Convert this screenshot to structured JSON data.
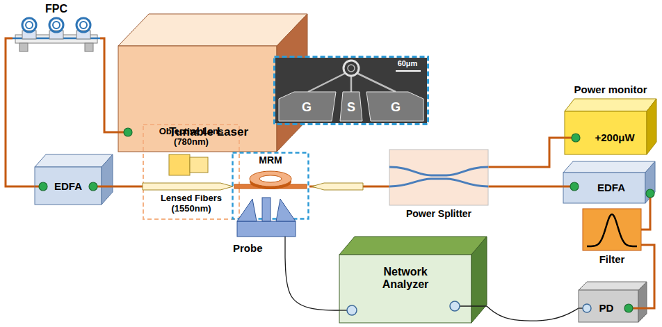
{
  "diagram": {
    "nodes": [
      {
        "text": [
          "FPC"
        ]
      },
      {
        "text": [
          "Tunable Laser"
        ]
      },
      {
        "text": [
          "EDFA"
        ]
      },
      {
        "text": [
          "Objective Lens (780nm)",
          "Lensed Fibers (1550nm)"
        ]
      },
      {
        "text": [
          "60μm",
          "G",
          "S",
          "G"
        ]
      },
      {
        "text": [
          "MRM"
        ]
      },
      {
        "text": [
          "Probe"
        ]
      },
      {
        "text": [
          "Power Splitter"
        ]
      },
      {
        "text": [
          "Power monitor",
          "+200μW"
        ]
      },
      {
        "text": [
          "EDFA"
        ]
      },
      {
        "text": [
          "Filter"
        ]
      },
      {
        "text": [
          "PD"
        ]
      },
      {
        "text": [
          "Network Analyzer"
        ]
      }
    ],
    "edges": [
      {
        "from": 1,
        "to": 0,
        "arrow": "none"
      },
      {
        "from": 0,
        "to": 2,
        "arrow": "none"
      },
      {
        "from": 2,
        "to": 3,
        "arrow": "none"
      },
      {
        "from": 7,
        "to": 5,
        "arrow": "none"
      },
      {
        "from": 7,
        "to": 8,
        "arrow": "none"
      },
      {
        "from": 7,
        "to": 9,
        "arrow": "none"
      },
      {
        "from": 9,
        "to": 10,
        "arrow": "none"
      },
      {
        "from": 10,
        "to": 11,
        "arrow": "none"
      },
      {
        "from": 11,
        "to": 12,
        "arrow": "none"
      },
      {
        "from": 6,
        "to": 12,
        "arrow": "none"
      }
    ]
  }
}
